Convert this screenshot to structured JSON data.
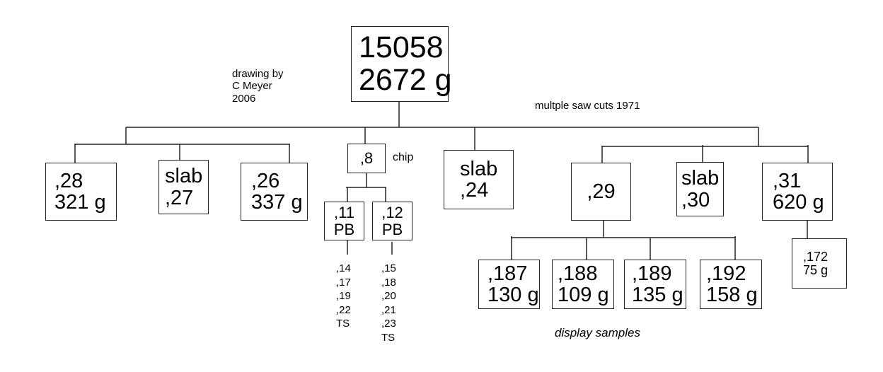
{
  "root": {
    "id": "15058",
    "mass": "2672 g"
  },
  "credit": [
    "drawing by",
    "C Meyer",
    "2006"
  ],
  "cut_note": "multple saw cuts 1971",
  "chip_label": "chip",
  "display_note": "display samples",
  "level1": {
    "left_group": [
      {
        "line1": ",28",
        "line2": "321 g"
      },
      {
        "line1": "slab",
        "line2": ",27"
      },
      {
        "line1": ",26",
        "line2": "337 g"
      }
    ],
    "chip": {
      "line1": ",8"
    },
    "slab24": {
      "line1": "slab",
      "line2": ",24"
    },
    "right_group": [
      {
        "line1": ",29"
      },
      {
        "line1": "slab",
        "line2": ",30"
      },
      {
        "line1": ",31",
        "line2": "620 g"
      }
    ]
  },
  "chip_children": [
    {
      "line1": ",11",
      "line2": "PB",
      "subsamples": [
        ",14",
        ",17",
        ",19",
        ",22",
        "TS"
      ]
    },
    {
      "line1": ",12",
      "line2": "PB",
      "subsamples": [
        ",15",
        ",18",
        ",20",
        ",21",
        ",23",
        "TS"
      ]
    }
  ],
  "display_samples": [
    {
      "line1": ",187",
      "line2": "130 g"
    },
    {
      "line1": ",188",
      "line2": "109 g"
    },
    {
      "line1": ",189",
      "line2": "135 g"
    },
    {
      "line1": ",192",
      "line2": "158 g"
    }
  ],
  "split31": {
    "line1": ",172",
    "line2": "75 g"
  }
}
